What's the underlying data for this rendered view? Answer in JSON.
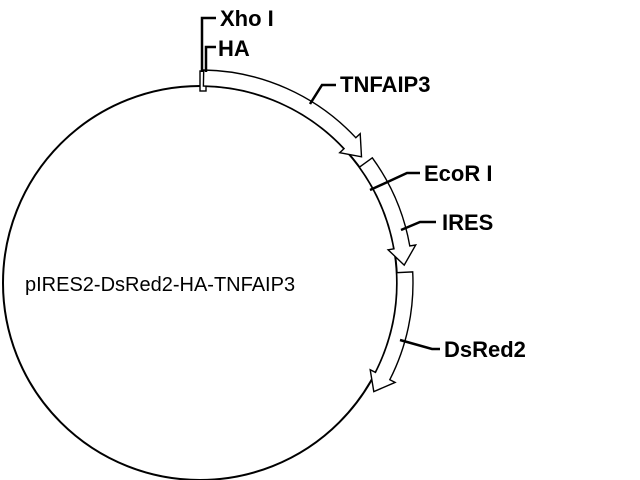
{
  "plasmid": {
    "name": "pIRES2-DsRed2-HA-TNFAIP3"
  },
  "sites": [
    {
      "id": "xho",
      "label": "Xho I"
    },
    {
      "id": "ha",
      "label": "HA"
    },
    {
      "id": "ecor",
      "label": "EcoR I"
    }
  ],
  "features": [
    {
      "id": "tnfaip3",
      "label": "TNFAIP3"
    },
    {
      "id": "ires",
      "label": "IRES"
    },
    {
      "id": "dsred2",
      "label": "DsRed2"
    }
  ],
  "colors": {
    "stroke": "#000000",
    "background": "#ffffff"
  }
}
